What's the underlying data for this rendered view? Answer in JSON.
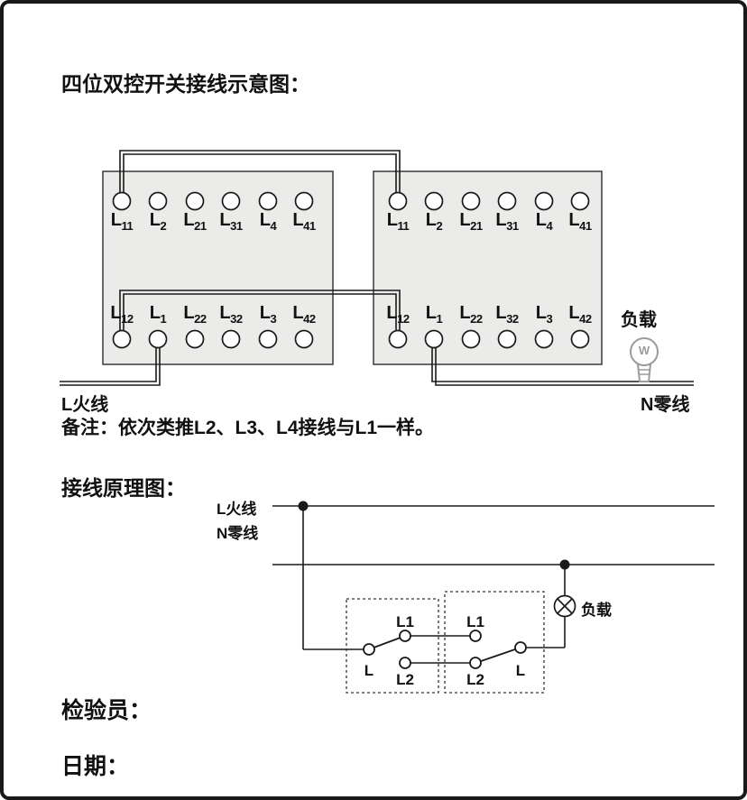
{
  "title": "四位双控开关接线示意图：",
  "note": "备注：依次类推L2、L3、L4接线与L1一样。",
  "sections": {
    "schematic_title": "接线原理图：",
    "inspector_label": "检验员：",
    "date_label": "日期："
  },
  "wiring_diagram": {
    "live_wire_label": "L火线",
    "neutral_wire_label": "N零线",
    "load_label": "负载",
    "bulb_letter": "W",
    "left_switch_terminals": {
      "top_row": [
        {
          "base": "L",
          "sub": "11"
        },
        {
          "base": "L",
          "sub": "2"
        },
        {
          "base": "L",
          "sub": "21"
        },
        {
          "base": "L",
          "sub": "31"
        },
        {
          "base": "L",
          "sub": "4"
        },
        {
          "base": "L",
          "sub": "41"
        }
      ],
      "bottom_row": [
        {
          "base": "L",
          "sub": "12"
        },
        {
          "base": "L",
          "sub": "1"
        },
        {
          "base": "L",
          "sub": "22"
        },
        {
          "base": "L",
          "sub": "32"
        },
        {
          "base": "L",
          "sub": "3"
        },
        {
          "base": "L",
          "sub": "42"
        }
      ]
    },
    "right_switch_terminals": {
      "top_row": [
        {
          "base": "L",
          "sub": "11"
        },
        {
          "base": "L",
          "sub": "2"
        },
        {
          "base": "L",
          "sub": "21"
        },
        {
          "base": "L",
          "sub": "31"
        },
        {
          "base": "L",
          "sub": "4"
        },
        {
          "base": "L",
          "sub": "41"
        }
      ],
      "bottom_row": [
        {
          "base": "L",
          "sub": "12"
        },
        {
          "base": "L",
          "sub": "1"
        },
        {
          "base": "L",
          "sub": "22"
        },
        {
          "base": "L",
          "sub": "32"
        },
        {
          "base": "L",
          "sub": "3"
        },
        {
          "base": "L",
          "sub": "42"
        }
      ]
    }
  },
  "schematic": {
    "live_wire_label": "L火线",
    "neutral_wire_label": "N零线",
    "load_label": "负载",
    "switch1": {
      "contact1": "L1",
      "contact2": "L2",
      "common": "L"
    },
    "switch2": {
      "contact1": "L1",
      "contact2": "L2",
      "common": "L"
    }
  },
  "colors": {
    "line": "#1a1a1a",
    "switch_box_fill": "#ebebe9",
    "bulb_gray": "#9b9b9b"
  }
}
